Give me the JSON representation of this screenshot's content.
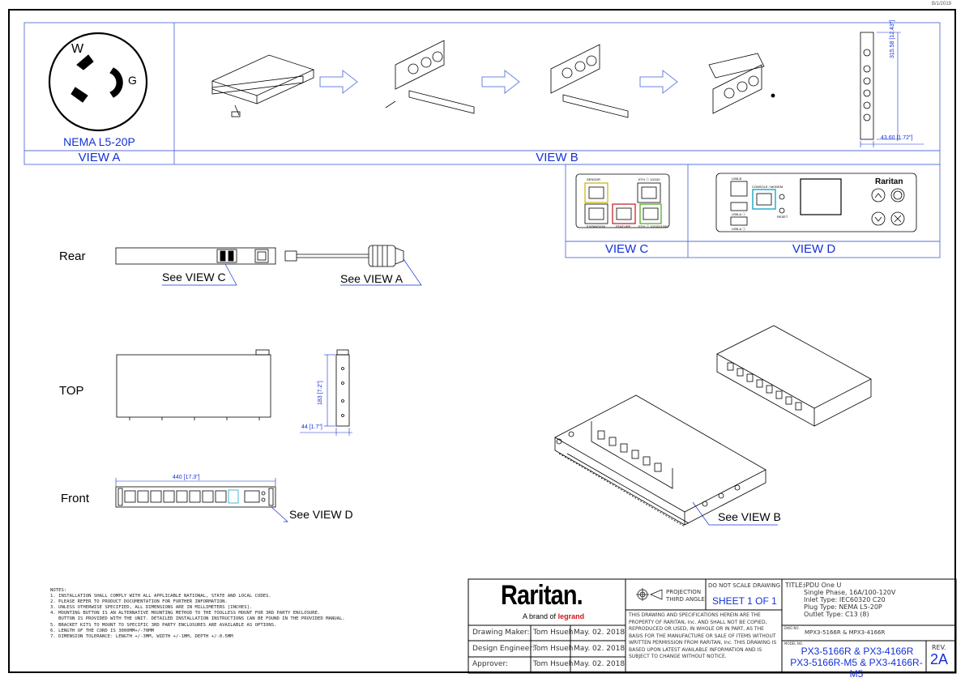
{
  "sheet_code": "B/1/2019",
  "view_a": {
    "connector_label": "NEMA L5-20P",
    "caption": "VIEW A",
    "pins": {
      "w": "W",
      "g": "G"
    }
  },
  "view_b": {
    "caption": "VIEW B",
    "dim_height": "315.58 [12.43\"]",
    "dim_width": "43.60 [1.72\"]"
  },
  "view_c": {
    "caption": "VIEW C",
    "ports": {
      "sensor": "SENSOR",
      "eth": "ETH ⓘ 10/100",
      "expansion": "EXPANSION",
      "feature": "FEATURE",
      "eth2": "ETH ⓘ 10/100/1000"
    }
  },
  "view_d": {
    "caption": "VIEW D",
    "brand": "Raritan",
    "ports": {
      "usb_b": "USB-B",
      "console": "CONSOLE / MODEM",
      "usb_a1": "USB-A ⓘ",
      "usb_a2": "USB-A ⓘ",
      "reset": "RESET"
    }
  },
  "views": {
    "rear": "Rear",
    "top": "TOP",
    "front": "Front",
    "see_view_c": "See VIEW C",
    "see_view_a": "See VIEW A",
    "see_view_d": "See VIEW D",
    "see_view_b": "See VIEW B",
    "dim_top_height": "183 [7.2\"]",
    "dim_top_depth": "44 [1.7\"]",
    "dim_front_width": "440 [17.3\"]"
  },
  "notes": {
    "heading": "NOTES:",
    "items": [
      "1. INSTALLATION SHALL COMPLY WITH ALL APPLICABLE NATIONAL, STATE AND LOCAL CODES.",
      "2. PLEASE REFER TO PRODUCT DOCUMENTATION FOR FURTHER INFORMATION.",
      "3. UNLESS OTHERWISE SPECIFIED, ALL DIMENSIONS ARE IN MILLIMETERS [INCHES].",
      "4. MOUNTING BUTTON IS AN ALTERNATIVE MOUNTING METHOD TO THE TOOLLESS MOUNT FOR 3RD PARTY ENCLOSURE.",
      "   BUTTON IS PROVIDED WITH THE UNIT. DETAILED INSTALLATION INSTRUCTIONS CAN BE FOUND IN THE PROVIDED MANUAL.",
      "5. BRACKET KITS TO MOUNT TO SPECIFIC 3RD PARTY ENCLOSURES ARE AVAILABLE AS OPTIONS.",
      "6. LENGTH OF THE CORD IS 3000MM+/-70MM",
      "7. DIMENSION TOLERANCE: LENGTH +/-3MM, WIDTH +/-1MM, DEPTH +/-0.5MM"
    ]
  },
  "title_block": {
    "logo": "Raritan.",
    "tagline_prefix": "A brand of",
    "tagline_brand": "legrand",
    "rows": [
      {
        "role": "Drawing Maker:",
        "name": "Tom Hsueh",
        "date": "May. 02. 2018"
      },
      {
        "role": "Design Engineer:",
        "name": "Tom Hsueh",
        "date": "May. 02. 2018"
      },
      {
        "role": "Approver:",
        "name": "Tom Hsueh",
        "date": "May. 02. 2018"
      }
    ],
    "projection_1": "PROJECTION",
    "projection_2": "THIRD ANGLE",
    "no_scale": "DO NOT SCALE DRAWING",
    "sheet": "SHEET 1 OF 1",
    "disclaimer": "THIS DRAWING AND SPECIFICATIONS HEREIN ARE THE PROPERTY OF RARITAN, Inc. AND SHALL NOT BE COPIED, REPRODUCED OR USED, IN WHOLE OR IN PART, AS THE BASIS FOR THE MANUFACTURE OR SALE OF ITEMS WITHOUT WRITTEN PERMISSION FROM RARITAN, Inc. THIS DRAWING IS BASED UPON LATEST AVAILABLE INFORMATION AND IS SUBJECT TO CHANGE WITHOUT NOTICE.",
    "title_label": "TITLE:",
    "title_lines": [
      "iPDU One U",
      "Single Phase, 16A/100-120V",
      "Inlet Type: IEC60320 C20",
      "Plug Type: NEMA L5-20P",
      "Outlet Type: C13 (8)"
    ],
    "dwg_label": "DWG NO.",
    "dwg_no": "MPX3-5166R & MPX3-4166R",
    "model_label": "MODEL NO.",
    "model_line1": "PX3-5166R & PX3-4166R",
    "model_line2": "PX3-5166R-M5 & PX3-4166R-M5",
    "rev_label": "REV.",
    "rev": "2A"
  }
}
